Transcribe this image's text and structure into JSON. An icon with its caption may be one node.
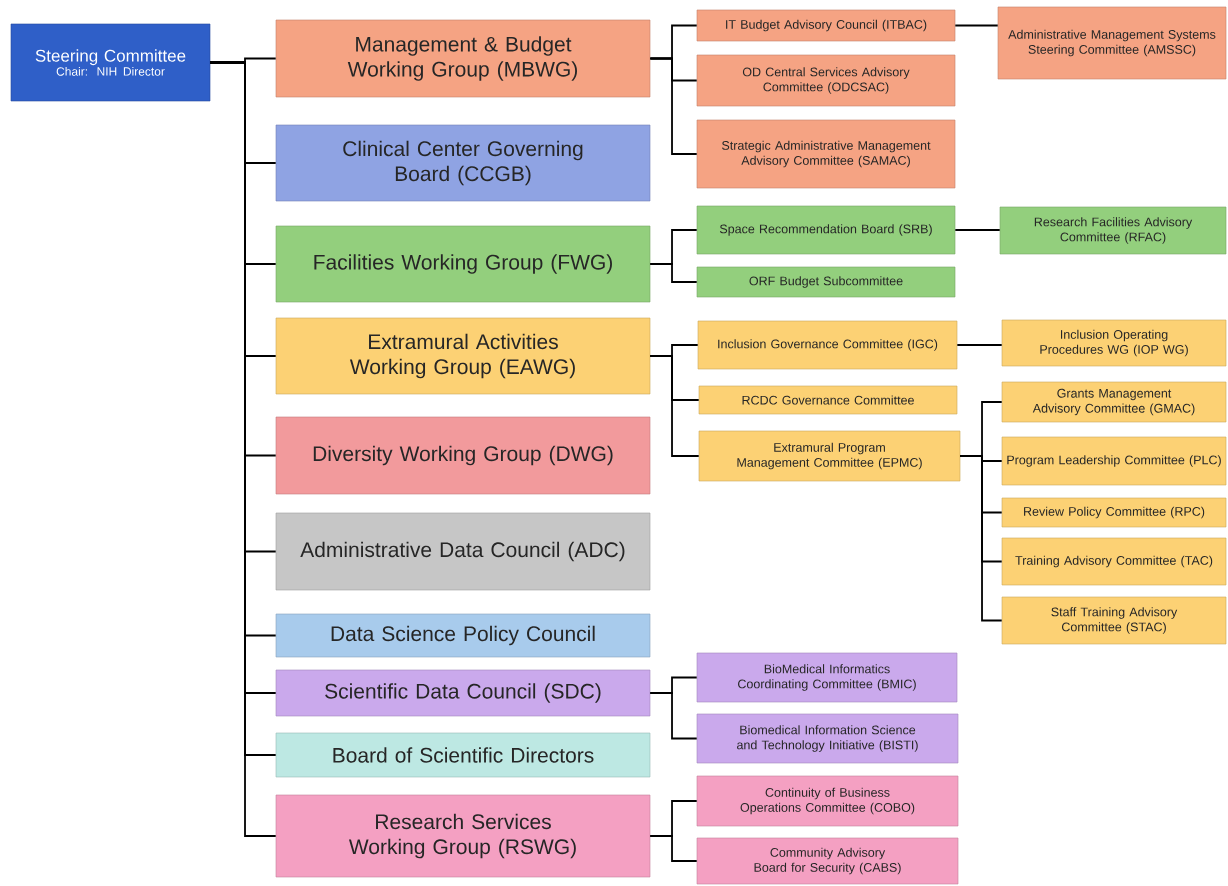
{
  "diagram": {
    "nodes": [
      {
        "text": [
          "Steering Committee",
          "Chair: NIH Director"
        ]
      },
      {
        "text": [
          "Management & Budget Working Group (MBWG)"
        ]
      },
      {
        "text": [
          "Clinical Center Governing Board (CCGB)"
        ]
      },
      {
        "text": [
          "Facilities Working Group (FWG)"
        ]
      },
      {
        "text": [
          "Extramural Activities Working Group (EAWG)"
        ]
      },
      {
        "text": [
          "Diversity Working Group (DWG)"
        ]
      },
      {
        "text": [
          "Administrative Data Council (ADC)"
        ]
      },
      {
        "text": [
          "Data Science Policy Council"
        ]
      },
      {
        "text": [
          "Scientific Data Council (SDC)"
        ]
      },
      {
        "text": [
          "Board of Scientific Directors"
        ]
      },
      {
        "text": [
          "Research Services Working Group (RSWG)"
        ]
      },
      {
        "text": [
          "IT Budget Advisory Council (ITBAC)"
        ]
      },
      {
        "text": [
          "OD Central Services Advisory Committee (ODCSAC)"
        ]
      },
      {
        "text": [
          "Strategic Administrative Management Advisory Committee (SAMAC)"
        ]
      },
      {
        "text": [
          "Administrative Management Systems Steering Committee (AMSSC)"
        ]
      },
      {
        "text": [
          "Space Recommendation Board (SRB)"
        ]
      },
      {
        "text": [
          "ORF Budget Subcommittee"
        ]
      },
      {
        "text": [
          "Research Facilities Advisory Committee (RFAC)"
        ]
      },
      {
        "text": [
          "Inclusion Governance Committee (IGC)"
        ]
      },
      {
        "text": [
          "RCDC Governance Committee"
        ]
      },
      {
        "text": [
          "Extramural Program Management Committee (EPMC)"
        ]
      },
      {
        "text": [
          "Inclusion Operating Procedures WG (IOP WG)"
        ]
      },
      {
        "text": [
          "Grants Management Advisory Committee (GMAC)"
        ]
      },
      {
        "text": [
          "Program Leadership Committee (PLC)"
        ]
      },
      {
        "text": [
          "Review Policy Committee (RPC)"
        ]
      },
      {
        "text": [
          "Training Advisory Committee (TAC)"
        ]
      },
      {
        "text": [
          "Staff Training Advisory Committee (STAC)"
        ]
      },
      {
        "text": [
          "BioMedical Informatics Coordinating Committee (BMIC)"
        ]
      },
      {
        "text": [
          "Biomedical Information Science and Technology Initiative (BISTI)"
        ]
      },
      {
        "text": [
          "Continuity of Business Operations Committee (COBO)"
        ]
      },
      {
        "text": [
          "Community Advisory Board for Security (CABS)"
        ]
      }
    ],
    "edges": [
      {
        "from": 0,
        "to": 1,
        "arrow": "none"
      },
      {
        "from": 0,
        "to": 2,
        "arrow": "none"
      },
      {
        "from": 0,
        "to": 3,
        "arrow": "none"
      },
      {
        "from": 0,
        "to": 4,
        "arrow": "none"
      },
      {
        "from": 0,
        "to": 5,
        "arrow": "none"
      },
      {
        "from": 0,
        "to": 6,
        "arrow": "none"
      },
      {
        "from": 0,
        "to": 7,
        "arrow": "none"
      },
      {
        "from": 0,
        "to": 8,
        "arrow": "none"
      },
      {
        "from": 0,
        "to": 9,
        "arrow": "none"
      },
      {
        "from": 0,
        "to": 10,
        "arrow": "none"
      },
      {
        "from": 1,
        "to": 11,
        "arrow": "none"
      },
      {
        "from": 1,
        "to": 12,
        "arrow": "none"
      },
      {
        "from": 1,
        "to": 13,
        "arrow": "none"
      },
      {
        "from": 11,
        "to": 14,
        "arrow": "none"
      },
      {
        "from": 3,
        "to": 15,
        "arrow": "none"
      },
      {
        "from": 3,
        "to": 16,
        "arrow": "none"
      },
      {
        "from": 15,
        "to": 17,
        "arrow": "none"
      },
      {
        "from": 4,
        "to": 18,
        "arrow": "none"
      },
      {
        "from": 4,
        "to": 19,
        "arrow": "none"
      },
      {
        "from": 4,
        "to": 20,
        "arrow": "none"
      },
      {
        "from": 18,
        "to": 21,
        "arrow": "none"
      },
      {
        "from": 20,
        "to": 22,
        "arrow": "none"
      },
      {
        "from": 20,
        "to": 23,
        "arrow": "none"
      },
      {
        "from": 20,
        "to": 24,
        "arrow": "none"
      },
      {
        "from": 20,
        "to": 25,
        "arrow": "none"
      },
      {
        "from": 20,
        "to": 26,
        "arrow": "none"
      },
      {
        "from": 8,
        "to": 27,
        "arrow": "none"
      },
      {
        "from": 8,
        "to": 28,
        "arrow": "none"
      },
      {
        "from": 10,
        "to": 29,
        "arrow": "none"
      },
      {
        "from": 10,
        "to": 30,
        "arrow": "none"
      }
    ]
  }
}
